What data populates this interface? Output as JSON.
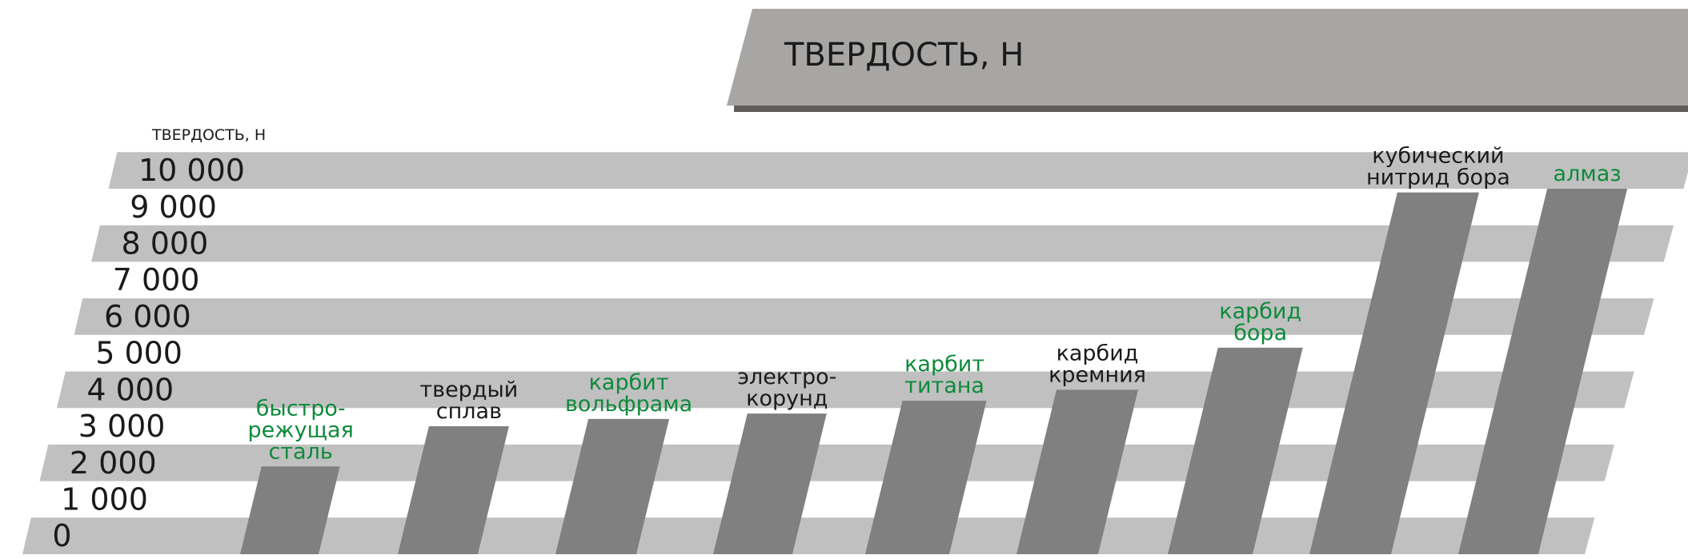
{
  "header": {
    "title": "ТВЕРДОСТЬ, Н"
  },
  "colors": {
    "band": "#c0c0c0",
    "bar": "#808080",
    "header_bg": "#a7a6a4",
    "header_shadow": "#5f5d5b",
    "label_green": "#0d8a3a",
    "label_black": "#1a1a1a"
  },
  "chart_data": {
    "type": "bar",
    "title": "ТВЕРДОСТЬ, Н",
    "ylabel": "ТВЕРДОСТЬ, Н",
    "xlabel": "",
    "ylim": [
      0,
      10000
    ],
    "yticks": [
      "0",
      "1 000",
      "2 000",
      "3 000",
      "4 000",
      "5 000",
      "6 000",
      "7 000",
      "8 000",
      "9 000",
      "10 000"
    ],
    "grid": "alternating horizontal bands",
    "categories": [
      {
        "lines": [
          "быстро-",
          "режущая",
          "сталь"
        ],
        "color": "green"
      },
      {
        "lines": [
          "твердый",
          "сплав"
        ],
        "color": "black"
      },
      {
        "lines": [
          "карбит",
          "вольфрама"
        ],
        "color": "green"
      },
      {
        "lines": [
          "электро-",
          "корунд"
        ],
        "color": "black"
      },
      {
        "lines": [
          "карбит",
          "титана"
        ],
        "color": "green"
      },
      {
        "lines": [
          "карбид",
          "кремния"
        ],
        "color": "black"
      },
      {
        "lines": [
          "карбид",
          "бора"
        ],
        "color": "green"
      },
      {
        "lines": [
          "кубический",
          "нитрид бора"
        ],
        "color": "black"
      },
      {
        "lines": [
          "алмаз"
        ],
        "color": "green"
      }
    ],
    "values": [
      2400,
      3500,
      3700,
      3850,
      4200,
      4500,
      5650,
      9900,
      10000
    ]
  }
}
